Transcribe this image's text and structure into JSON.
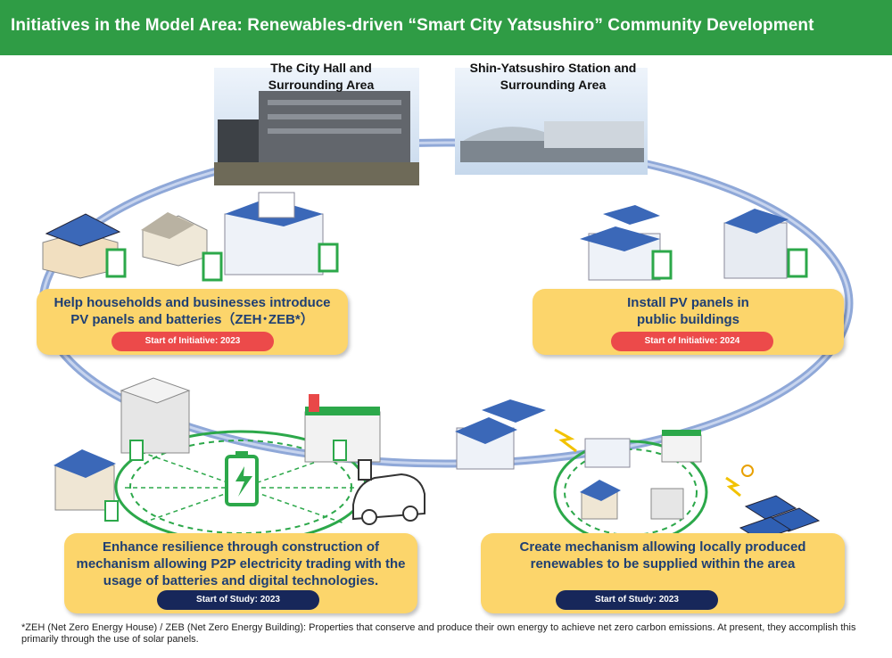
{
  "header": {
    "title": "Initiatives in the Model Area: Renewables-driven “Smart City Yatsushiro” Community Development"
  },
  "photos": {
    "city_hall_label": "The City Hall and Surrounding Area",
    "station_label": "Shin-Yatsushiro Station and Surrounding Area"
  },
  "cards": {
    "households": {
      "text": "Help households and businesses introduce PV panels and batteries（ZEH･ZEB*）",
      "badge": "Start of Initiative: 2023"
    },
    "public": {
      "text": "Install PV panels in public buildings",
      "badge": "Start of Initiative: 2024"
    },
    "resilience": {
      "text": "Enhance resilience through construction of mechanism allowing P2P electricity trading with the usage of batteries and digital technologies.",
      "badge": "Start of Study: 2023"
    },
    "local": {
      "text": "Create mechanism allowing locally produced renewables to be supplied within the area",
      "badge": "Start of Study: 2023"
    }
  },
  "footnote": "*ZEH (Net Zero Energy House) / ZEB (Net Zero Energy Building): Properties that conserve and produce their own energy to achieve net zero carbon emissions. At present, they accomplish this primarily through the use of solar panels.",
  "colors": {
    "header_green": "#2f9c45",
    "card_yellow": "#fcd56b",
    "badge_red": "#ec4a4a",
    "badge_navy": "#17275a",
    "ring_blue": "#8fa8d8",
    "network_green": "#2ca84a"
  }
}
